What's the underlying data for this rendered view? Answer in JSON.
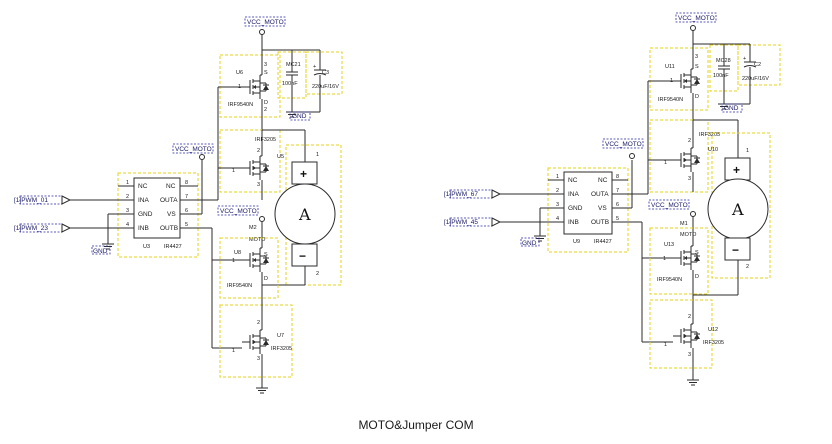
{
  "caption": "MOTO&Jumper COM",
  "net_labels": {
    "vcc_moto": "VCC_MOTO",
    "gnd": "GND",
    "pwm_01": "[1]PWM_01",
    "pwm_23": "[1]PWM_23",
    "pwm_67": "[1]PWM_67",
    "pwm_45": "[1]PWM_45"
  },
  "left_circuit": {
    "driver_ref": "U3",
    "driver_part": "IR4427",
    "driver_pins_left": [
      {
        "num": "1",
        "name": "NC"
      },
      {
        "num": "2",
        "name": "INA"
      },
      {
        "num": "3",
        "name": "GND"
      },
      {
        "num": "4",
        "name": "INB"
      }
    ],
    "driver_pins_right": [
      {
        "num": "8",
        "name": "NC"
      },
      {
        "num": "7",
        "name": "OUTA"
      },
      {
        "num": "6",
        "name": "VS"
      },
      {
        "num": "5",
        "name": "OUTB"
      }
    ],
    "q_hi_a": {
      "ref": "U6",
      "part": "IRF9540N"
    },
    "q_lo_a": {
      "ref": "U5",
      "part": "IRF3205"
    },
    "q_hi_b": {
      "ref": "U8",
      "part": "IRF9540N"
    },
    "q_lo_b": {
      "ref": "U7",
      "part": "IRF3205"
    },
    "cap_small": {
      "ref": "MC21",
      "value": "100nF"
    },
    "cap_big": {
      "ref": "C3",
      "value": "220uF/16V"
    },
    "motor": {
      "ref": "M2",
      "name": "MOTO",
      "symbol": "A"
    }
  },
  "right_circuit": {
    "driver_ref": "U9",
    "driver_part": "IR4427",
    "driver_pins_left": [
      {
        "num": "1",
        "name": "NC"
      },
      {
        "num": "2",
        "name": "INA"
      },
      {
        "num": "3",
        "name": "GND"
      },
      {
        "num": "4",
        "name": "INB"
      }
    ],
    "driver_pins_right": [
      {
        "num": "8",
        "name": "NC"
      },
      {
        "num": "7",
        "name": "OUTA"
      },
      {
        "num": "6",
        "name": "VS"
      },
      {
        "num": "5",
        "name": "OUTB"
      }
    ],
    "q_hi_a": {
      "ref": "U11",
      "part": "IRF9540N"
    },
    "q_lo_a": {
      "ref": "U10",
      "part": "IRF3205"
    },
    "q_hi_b": {
      "ref": "U13",
      "part": "IRF9540N"
    },
    "q_lo_b": {
      "ref": "U12",
      "part": "IRF3205"
    },
    "cap_small": {
      "ref": "MC28",
      "value": "100nF"
    },
    "cap_big": {
      "ref": "C2",
      "value": "220uF/16V"
    },
    "motor": {
      "ref": "M1",
      "name": "MOTO",
      "symbol": "A"
    }
  },
  "mos_pin_labels": {
    "g": "1",
    "d": "2",
    "s": "3",
    "d_letter": "D",
    "s_letter": "S"
  },
  "motor_terminals": {
    "plus": "+",
    "minus": "−",
    "pin1": "1",
    "pin2": "2"
  }
}
